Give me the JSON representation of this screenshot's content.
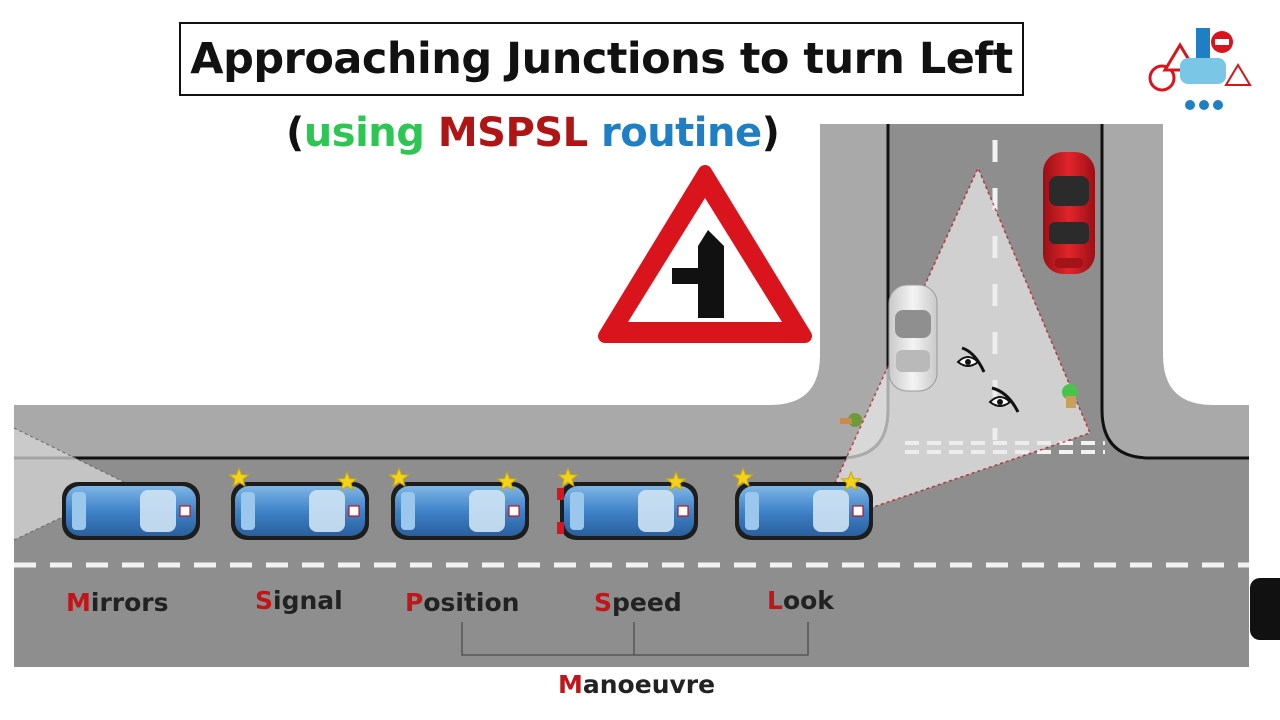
{
  "title": "Approaching Junctions to turn Left",
  "subtitle": {
    "open": "(",
    "word1": "using",
    "word2": "MSPSL",
    "word3": "routine",
    "close": ")"
  },
  "steps": [
    {
      "first": "M",
      "rest": "irrors"
    },
    {
      "first": "S",
      "rest": "ignal"
    },
    {
      "first": "P",
      "rest": "osition"
    },
    {
      "first": "S",
      "rest": "peed"
    },
    {
      "first": "L",
      "rest": "ook"
    }
  ],
  "manoeuvre": {
    "first": "M",
    "rest": "anoeuvre"
  },
  "colors": {
    "road": "#8a8a8a",
    "road_dark": "#6b6b6b",
    "sign_red": "#d9141d",
    "learner_car": "#3f83c9",
    "red_car": "#c8161d"
  },
  "sign": {
    "type": "side-road-left-warning-sign"
  }
}
